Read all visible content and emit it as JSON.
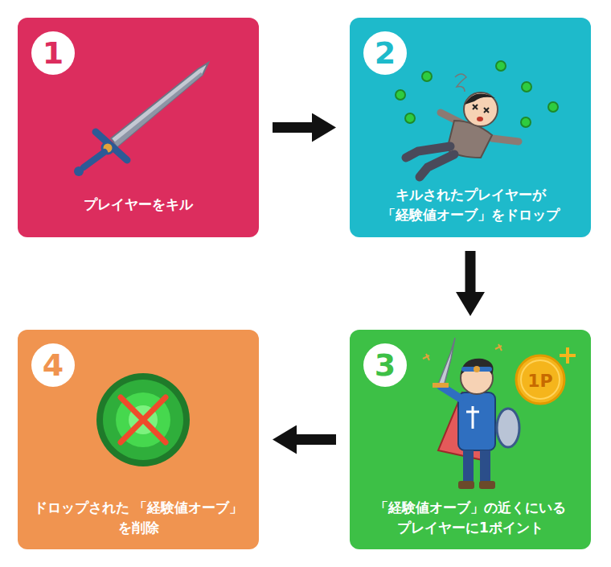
{
  "diagram": {
    "nodes": [
      {
        "text": [
          "1",
          "プレイヤーをキル"
        ]
      },
      {
        "text": [
          "2",
          "キルされたプレイヤーが 「経験値オーブ」をドロップ"
        ]
      },
      {
        "text": [
          "3",
          "「経験値オーブ」の近くにいる プレイヤーに1ポイント"
        ]
      },
      {
        "text": [
          "4",
          "ドロップされた 「経験値オーブ」を削除"
        ]
      }
    ],
    "edges": [
      {
        "from": 0,
        "to": 1,
        "arrow": "to"
      },
      {
        "from": 1,
        "to": 2,
        "arrow": "to"
      },
      {
        "from": 2,
        "to": 3,
        "arrow": "to"
      }
    ],
    "labels": [
      "1P"
    ]
  }
}
